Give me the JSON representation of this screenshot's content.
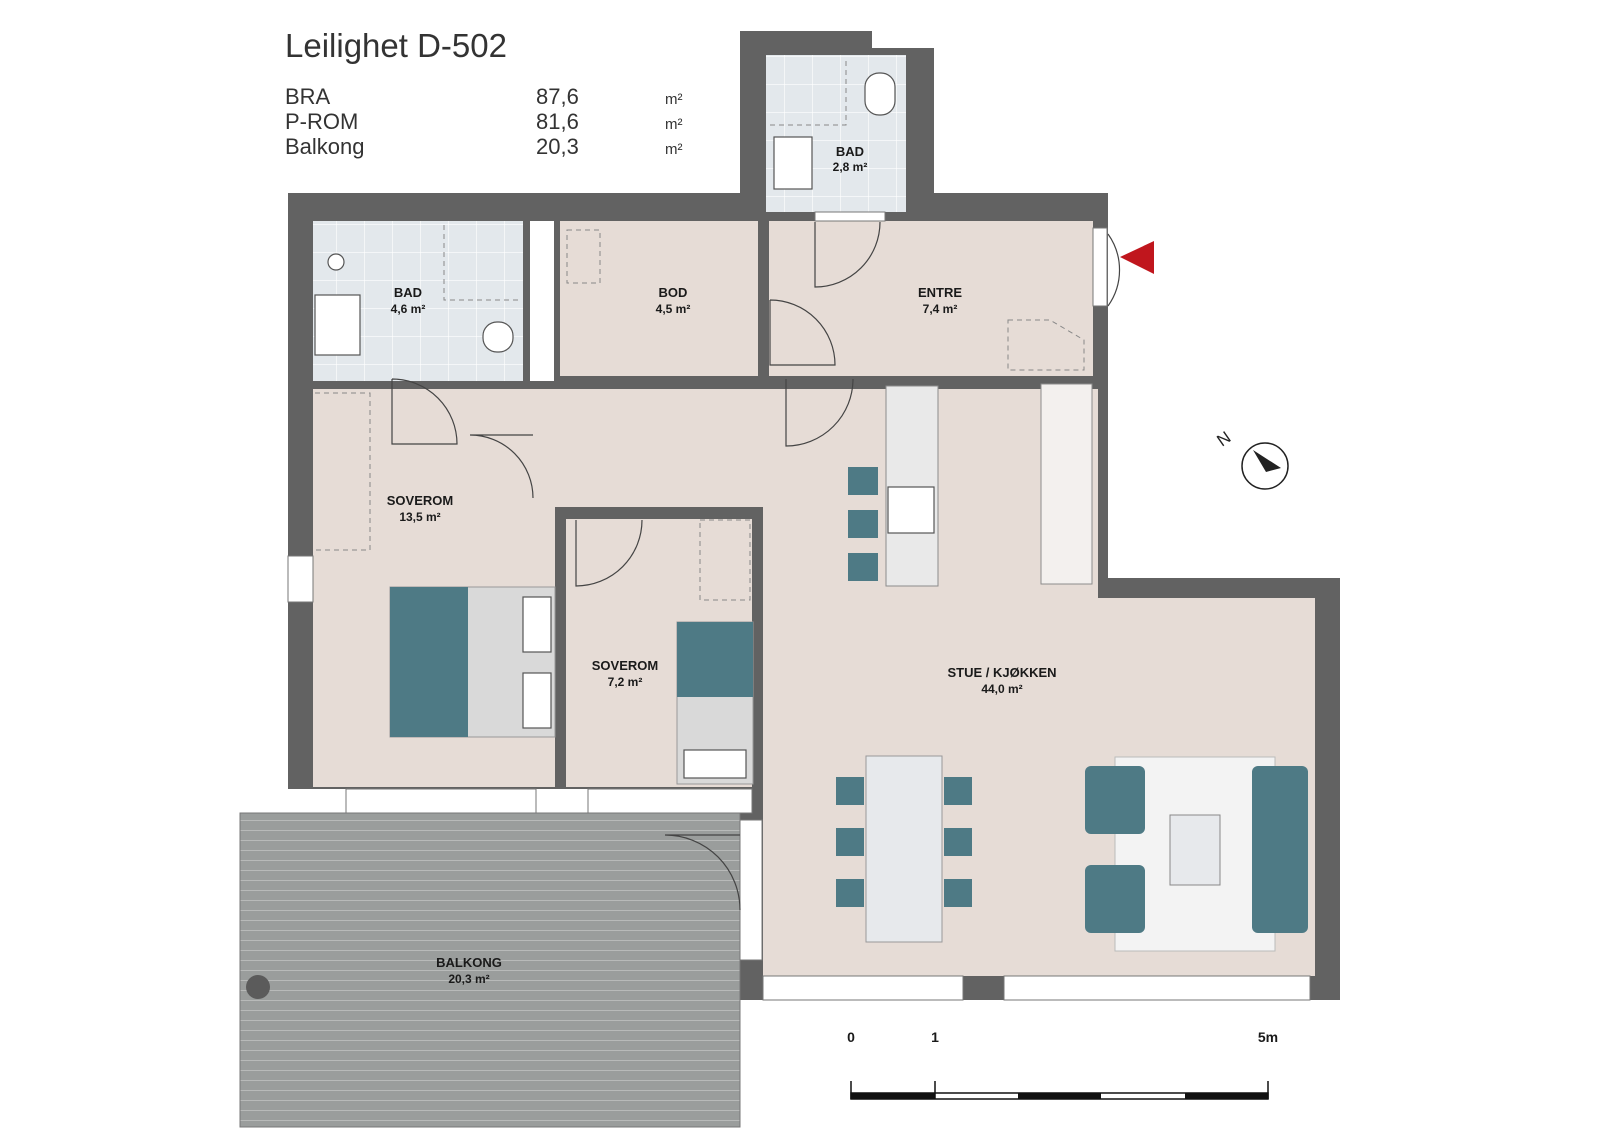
{
  "title": "Leilighet D-502",
  "stats": [
    {
      "label": "BRA",
      "value": "87,6",
      "unit": "m²"
    },
    {
      "label": "P-ROM",
      "value": "81,6",
      "unit": "m²"
    },
    {
      "label": "Balkong",
      "value": "20,3",
      "unit": "m²"
    }
  ],
  "rooms": {
    "bad_top": {
      "name": "BAD",
      "area": "2,8 m²"
    },
    "bad": {
      "name": "BAD",
      "area": "4,6 m²"
    },
    "bod": {
      "name": "BOD",
      "area": "4,5 m²"
    },
    "entre": {
      "name": "ENTRE",
      "area": "7,4 m²"
    },
    "soverom1": {
      "name": "SOVEROM",
      "area": "13,5 m²"
    },
    "soverom2": {
      "name": "SOVEROM",
      "area": "7,2 m²"
    },
    "stue": {
      "name": "STUE / KJØKKEN",
      "area": "44,0 m²"
    },
    "balkong": {
      "name": "BALKONG",
      "area": "20,3 m²"
    }
  },
  "compass": {
    "label": "N"
  },
  "scale": {
    "labels": [
      "0",
      "1",
      "5m"
    ]
  },
  "colors": {
    "wall": "#626262",
    "floor": "#e6dcd6",
    "tile": "#e3e8ec",
    "furniture": "#4e7a85",
    "entrance": "#c0161d",
    "balcony": "#9a9d9c"
  }
}
